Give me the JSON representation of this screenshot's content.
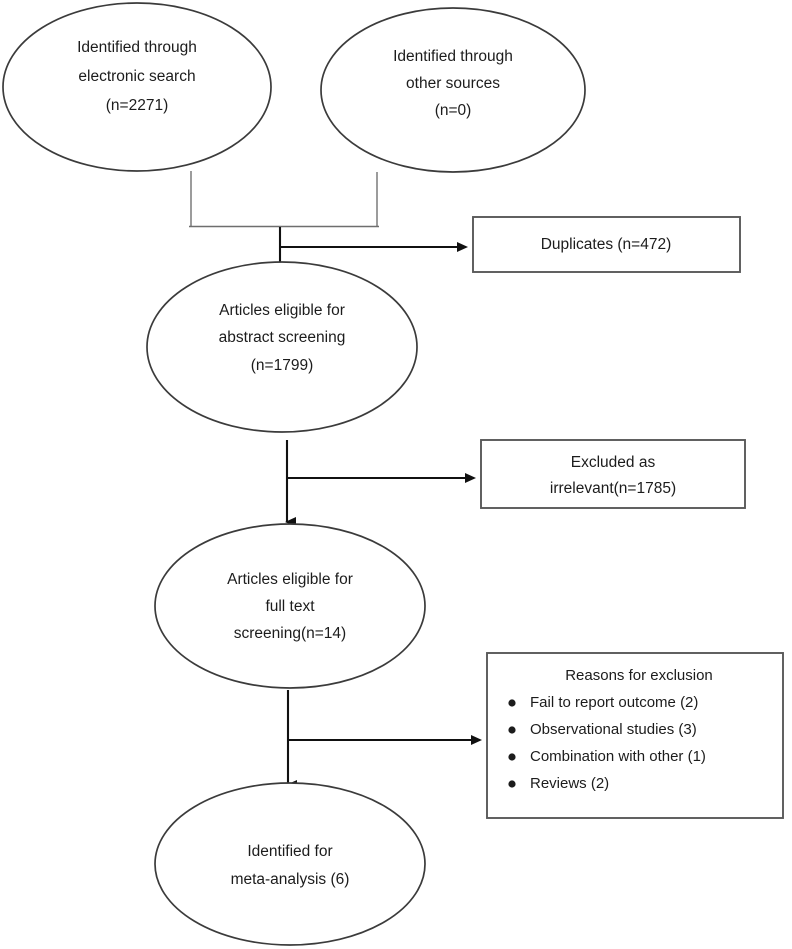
{
  "diagram": {
    "type": "prisma-flow-diagram",
    "colors": {
      "background": "#ffffff",
      "ellipse_stroke": "#3b3b3b",
      "box_stroke": "#595959",
      "connector": "#111111",
      "text": "#1c1c1c"
    },
    "nodes": {
      "source_electronic": {
        "shape": "ellipse",
        "lines": [
          "Identified through",
          "electronic search",
          "(n=2271)"
        ],
        "count": 2271
      },
      "source_other": {
        "shape": "ellipse",
        "lines": [
          "Identified through",
          "other sources",
          "(n=0)"
        ],
        "count": 0
      },
      "abstract_screening": {
        "shape": "ellipse",
        "lines": [
          "Articles eligible for",
          "abstract screening",
          "(n=1799)"
        ],
        "count": 1799
      },
      "fulltext_screening": {
        "shape": "ellipse",
        "lines": [
          "Articles eligible for",
          "full text",
          "screening(n=14)"
        ],
        "count": 14
      },
      "meta_analysis": {
        "shape": "ellipse",
        "lines": [
          "Identified for",
          "meta-analysis (6)"
        ],
        "count": 6
      },
      "duplicates": {
        "shape": "rect",
        "lines": [
          "Duplicates (n=472)"
        ],
        "count": 472
      },
      "excluded_irrelevant": {
        "shape": "rect",
        "lines": [
          "Excluded as",
          "irrelevant(n=1785)"
        ],
        "count": 1785
      },
      "reasons_for_exclusion": {
        "shape": "rect",
        "title": "Reasons for exclusion",
        "items": [
          {
            "label": "Fail to report outcome (2)",
            "count": 2
          },
          {
            "label": "Observational studies (3)",
            "count": 3
          },
          {
            "label": "Combination with other (1)",
            "count": 1
          },
          {
            "label": "Reviews (2)",
            "count": 2
          }
        ]
      }
    }
  }
}
